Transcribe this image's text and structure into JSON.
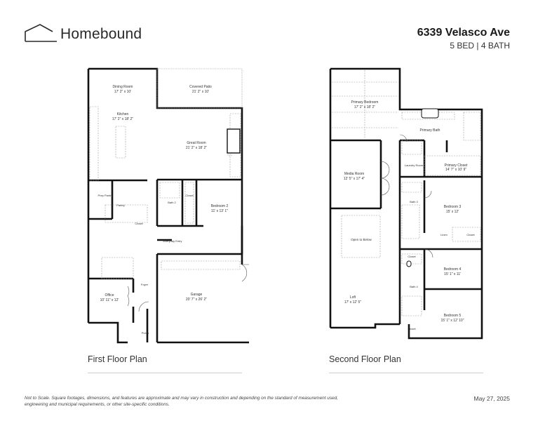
{
  "header": {
    "brand": "Homebound",
    "brand_icon": "house-outline-icon",
    "address": "6339 Velasco Ave",
    "beds": "5 BED",
    "separator": "|",
    "baths": "4 BATH"
  },
  "first_floor": {
    "caption": "First Floor Plan",
    "rooms": [
      {
        "name": "Dining Room",
        "dims": "17' 2\" x 10'"
      },
      {
        "name": "Covered Patio",
        "dims": "21' 2\" x 10'"
      },
      {
        "name": "Kitchen",
        "dims": "17' 2\" x 18' 2\""
      },
      {
        "name": "Great Room",
        "dims": "21' 2\" x 18' 2\""
      },
      {
        "name": "Prep Pantry",
        "dims": ""
      },
      {
        "name": "Pantry",
        "dims": ""
      },
      {
        "name": "Bath 2",
        "dims": ""
      },
      {
        "name": "Closet",
        "dims": ""
      },
      {
        "name": "Bedroom 2",
        "dims": "11' x 13' 1\""
      },
      {
        "name": "Closet",
        "dims": ""
      },
      {
        "name": "Everyday Entry",
        "dims": ""
      },
      {
        "name": "Foyer",
        "dims": ""
      },
      {
        "name": "Office",
        "dims": "10' 11\" x 12'"
      },
      {
        "name": "Garage",
        "dims": "20' 7\" x 26' 2\""
      },
      {
        "name": "Porch",
        "dims": ""
      }
    ]
  },
  "second_floor": {
    "caption": "Second Floor Plan",
    "rooms": [
      {
        "name": "Primary Bedroom",
        "dims": "17' 2\" x 18' 2\""
      },
      {
        "name": "Primary Bath",
        "dims": ""
      },
      {
        "name": "Laundry Room",
        "dims": ""
      },
      {
        "name": "Primary Closet",
        "dims": "14' 7\" x 10' 9\""
      },
      {
        "name": "Media Room",
        "dims": "12' 5\" x 17' 4\""
      },
      {
        "name": "Bath 3",
        "dims": ""
      },
      {
        "name": "Bedroom 3",
        "dims": "15' x 12'"
      },
      {
        "name": "Linen",
        "dims": ""
      },
      {
        "name": "Closet",
        "dims": ""
      },
      {
        "name": "Open to Below",
        "dims": ""
      },
      {
        "name": "Closet",
        "dims": ""
      },
      {
        "name": "Bedroom 4",
        "dims": "15' 1\" x 11'"
      },
      {
        "name": "Bath 4",
        "dims": ""
      },
      {
        "name": "Loft",
        "dims": "17' x 12' 5\""
      },
      {
        "name": "Bedroom 5",
        "dims": "15' 1\" x 12' 10\""
      },
      {
        "name": "Closet",
        "dims": ""
      }
    ]
  },
  "footer": {
    "disclaimer": "Not to Scale. Square footages, dimensions, and features are approximate and may vary in construction and depending on the standard of measurement used, engineering and municipal requirements, or other site-specific conditions.",
    "date": "May 27, 2025"
  },
  "colors": {
    "wall": "#111111",
    "fixture": "#9a9a9a",
    "rule": "#cfcfcf",
    "text": "#1e1e1e"
  }
}
